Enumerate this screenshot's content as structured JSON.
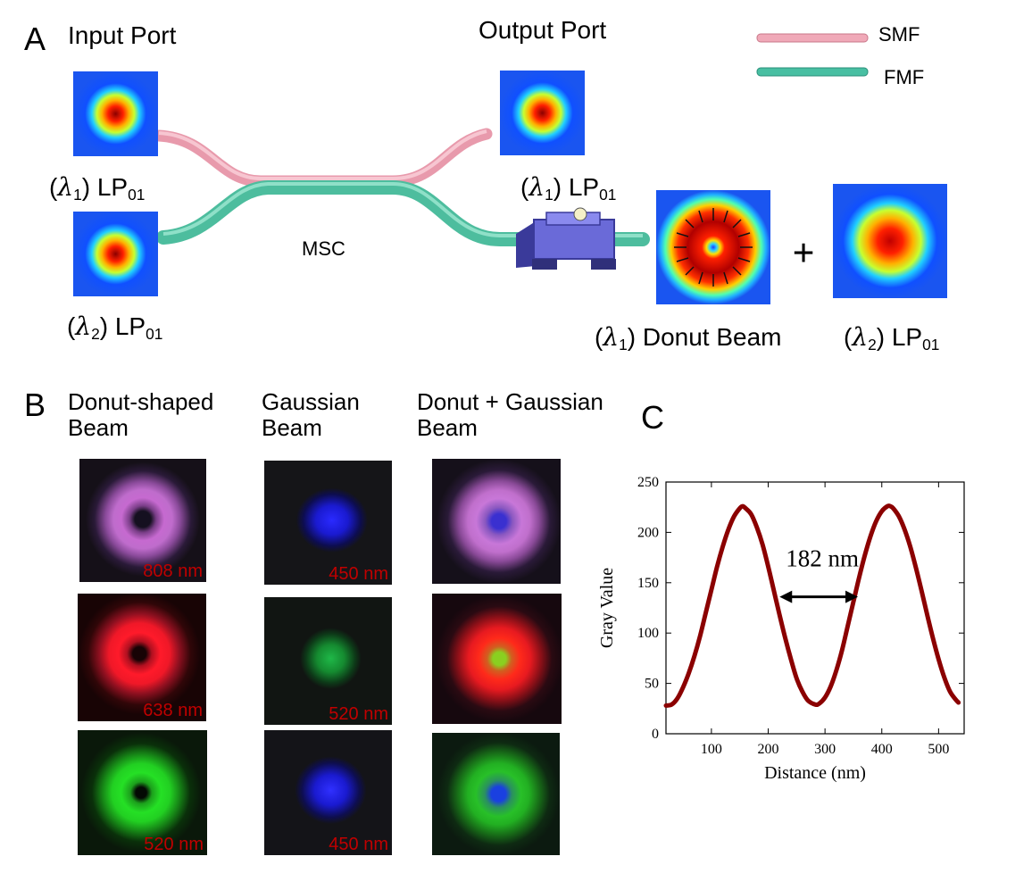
{
  "panels": {
    "a": "A",
    "b": "B",
    "c": "C"
  },
  "panel_a": {
    "input_port": "Input Port",
    "output_port": "Output Port",
    "legend": {
      "smf": "SMF",
      "fmf": "FMF",
      "smf_color": "#f0a9b8",
      "fmf_color": "#48bfa2"
    },
    "coupler_label": "MSC",
    "lambda1": "λ",
    "sub1": "1",
    "sub2": "2",
    "lp": "LP",
    "lp_sub": "01",
    "donut_label": "Donut Beam",
    "plus": "+"
  },
  "panel_b": {
    "columns": [
      {
        "header": "Donut-shaped Beam"
      },
      {
        "header": "Gaussian Beam"
      },
      {
        "header": "Donut + Gaussian Beam"
      }
    ],
    "rows": [
      [
        "808 nm",
        "450 nm",
        ""
      ],
      [
        "638 nm",
        "520 nm",
        ""
      ],
      [
        "520 nm",
        "450 nm",
        ""
      ]
    ]
  },
  "chart_data": {
    "type": "line",
    "title": "",
    "xlabel": "Distance (nm)",
    "ylabel": "Gray Value",
    "xlim": [
      20,
      545
    ],
    "ylim": [
      0,
      250
    ],
    "xticks": [
      100,
      200,
      300,
      400,
      500
    ],
    "yticks": [
      0,
      50,
      100,
      150,
      200,
      250
    ],
    "series": [
      {
        "color": "#8b0000",
        "x": [
          20,
          30,
          40,
          50,
          60,
          70,
          80,
          90,
          100,
          110,
          120,
          130,
          140,
          150,
          155,
          160,
          170,
          180,
          190,
          200,
          210,
          220,
          230,
          240,
          250,
          260,
          270,
          283,
          290,
          300,
          310,
          320,
          330,
          340,
          350,
          360,
          370,
          380,
          390,
          400,
          410,
          415,
          420,
          430,
          440,
          450,
          460,
          470,
          480,
          490,
          500,
          510,
          520,
          530,
          535
        ],
        "y": [
          28,
          29,
          35,
          46,
          60,
          77,
          97,
          120,
          143,
          166,
          186,
          203,
          216,
          224,
          226,
          224,
          218,
          205,
          188,
          166,
          142,
          118,
          95,
          74,
          55,
          42,
          33,
          29,
          30,
          36,
          47,
          63,
          83,
          107,
          131,
          155,
          177,
          196,
          211,
          221,
          226,
          226,
          224,
          216,
          203,
          186,
          165,
          142,
          118,
          95,
          74,
          56,
          42,
          34,
          31
        ]
      }
    ],
    "annotation": {
      "text": "182 nm",
      "x_start": 220,
      "x_end": 358,
      "y": 136
    }
  }
}
